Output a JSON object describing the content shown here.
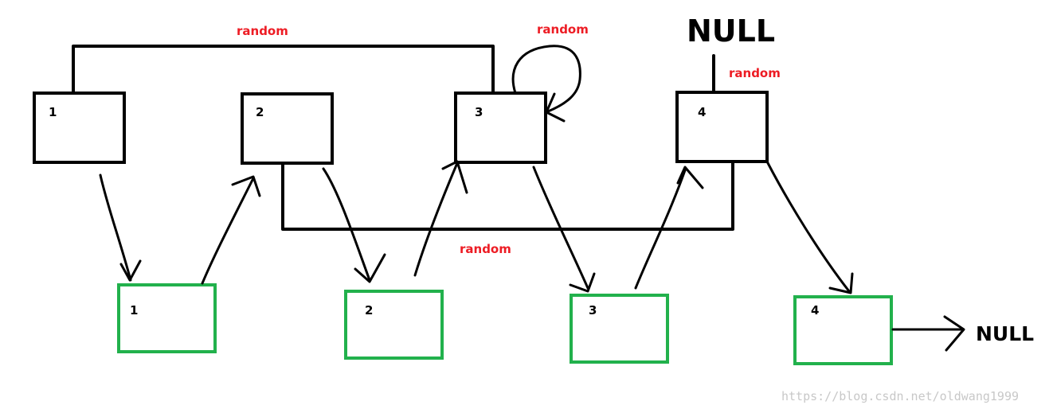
{
  "diagram": {
    "original_nodes": [
      {
        "label": "1"
      },
      {
        "label": "2"
      },
      {
        "label": "3"
      },
      {
        "label": "4"
      }
    ],
    "copy_nodes": [
      {
        "label": "1"
      },
      {
        "label": "2"
      },
      {
        "label": "3"
      },
      {
        "label": "4"
      }
    ],
    "random_labels": {
      "top": "random",
      "self_loop": "random",
      "null_link": "random",
      "bottom": "random"
    },
    "null_top": "NULL",
    "null_right": "NULL",
    "watermark": "https://blog.csdn.net/oldwang1999",
    "colors": {
      "original_box": "#000000",
      "copy_box": "#22b14c",
      "random_label": "#ed1c24",
      "watermark": "#c8c8c8"
    }
  }
}
